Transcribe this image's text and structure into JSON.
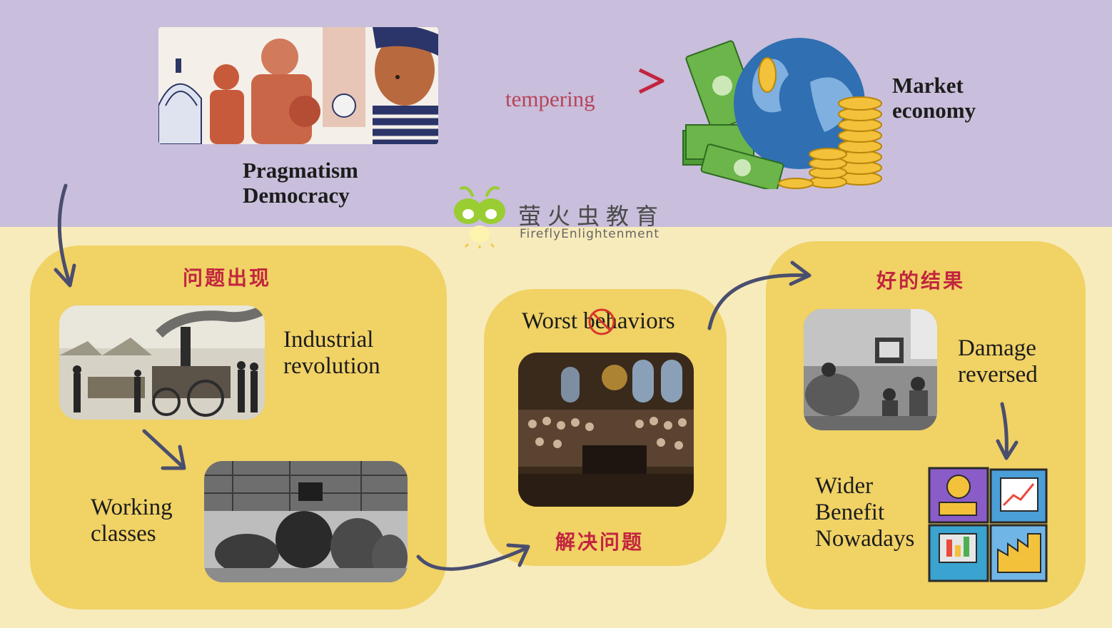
{
  "top": {
    "left_label_line1": "Pragmatism",
    "left_label_line2": "Democracy",
    "arrow_label": "tempering",
    "right_label_line1": "Market",
    "right_label_line2": "economy"
  },
  "watermark": {
    "cn": "萤火虫教育",
    "en": "FireflyEnlightenment"
  },
  "panel_problems": {
    "title": "问题出现",
    "item1_line1": "Industrial",
    "item1_line2": "revolution",
    "item2_line1": "Working",
    "item2_line2": "classes"
  },
  "panel_solve": {
    "heading": "Worst behaviors",
    "title": "解决问题"
  },
  "panel_results": {
    "title": "好的结果",
    "item1_line1": "Damage",
    "item1_line2": "reversed",
    "item2_line1": "Wider",
    "item2_line2": "Benefit",
    "item2_line3": "Nowadays"
  },
  "icons": {
    "tempering_arrow": "arrow-right-icon",
    "prohibited": "no-sign-icon",
    "flow_arrows": "curved-arrow-icon"
  },
  "colors": {
    "top_band": "#c9bedb",
    "bottom_band": "#f7ebbb",
    "panel": "#f0d265",
    "cn_title": "#c2253f",
    "arrow": "#4a4e6e"
  }
}
